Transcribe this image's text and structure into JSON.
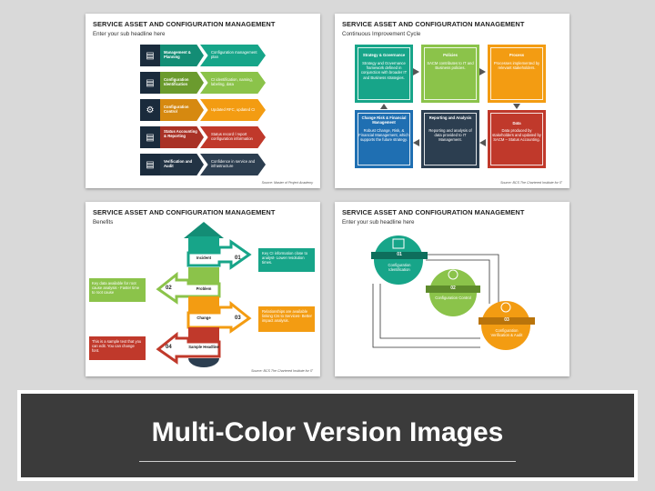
{
  "colors": {
    "teal": "#17a589",
    "green": "#8bc34a",
    "orange": "#f39c12",
    "red": "#c0392b",
    "navy": "#2c3e50",
    "blue": "#1f6fb2",
    "darkgray": "#3b3b3b"
  },
  "slide1": {
    "title": "SERVICE ASSET AND CONFIGURATION MANAGEMENT",
    "subtitle": "Enter your sub headline here",
    "source": "Source: Master of Project Academy",
    "rows": [
      {
        "label": "Management & Planning",
        "desc": "Configuration management plan",
        "icon": "clipboard-icon"
      },
      {
        "label": "Configuration Identification",
        "desc": "CI identification, naming, labeling, data",
        "icon": "chart-icon"
      },
      {
        "label": "Configuration Control",
        "desc": "Updated RFC, updated CI",
        "icon": "gears-icon"
      },
      {
        "label": "Status Accounting & Reporting",
        "desc": "Status record / report configuration information",
        "icon": "report-icon"
      },
      {
        "label": "Verification and Audit",
        "desc": "Confidence in service and infrastructure",
        "icon": "audit-icon"
      }
    ]
  },
  "slide2": {
    "title": "SERVICE ASSET AND CONFIGURATION MANAGEMENT",
    "subtitle": "Continuous Improvement Cycle",
    "source": "Source: BCS The Chartered Institute for IT",
    "boxes": [
      {
        "title": "Strategy & Governance",
        "text": "Strategy and Governance framework defined in conjunction with broader IT and Business strategies."
      },
      {
        "title": "Policies",
        "text": "SACM contributes to IT and Business policies."
      },
      {
        "title": "Process",
        "text": "Processes implemented by relevant stakeholders."
      },
      {
        "title": "Change Risk & Financial Management",
        "text": "Robust Change, Risk, & Financial Management, which supports the future strategy."
      },
      {
        "title": "Reporting and Analysis",
        "text": "Reporting and analysis of data provided to IT Management."
      },
      {
        "title": "Data",
        "text": "Data produced by stakeholders and updated by SACM – Status Accounting."
      }
    ]
  },
  "slide3": {
    "title": "SERVICE ASSET AND CONFIGURATION MANAGEMENT",
    "subtitle": "Benefits",
    "source": "Source: BCS The Chartered Institute for IT",
    "steps": [
      {
        "label": "Incident",
        "num": "01",
        "text": "Key CI information close to analyst- Lower resolution times."
      },
      {
        "label": "Problem",
        "num": "02",
        "text": "Key data available for root cause analysis - Faster time to root cause"
      },
      {
        "label": "Change",
        "num": "03",
        "text": "Relationships are available linking CIs to Services- Better impact analysis."
      },
      {
        "label": "Sample Headline",
        "num": "04",
        "text": "This is a sample text that you can edit. You can change font."
      }
    ]
  },
  "slide4": {
    "title": "SERVICE ASSET AND CONFIGURATION MANAGEMENT",
    "subtitle": "Enter your sub headline here",
    "circles": [
      {
        "num": "01",
        "label": "Configuration Identification"
      },
      {
        "num": "02",
        "label": "Configuration Control"
      },
      {
        "num": "03",
        "label": "Configuration Verification & Audit"
      }
    ]
  },
  "banner": {
    "title": "Multi-Color Version Images"
  }
}
